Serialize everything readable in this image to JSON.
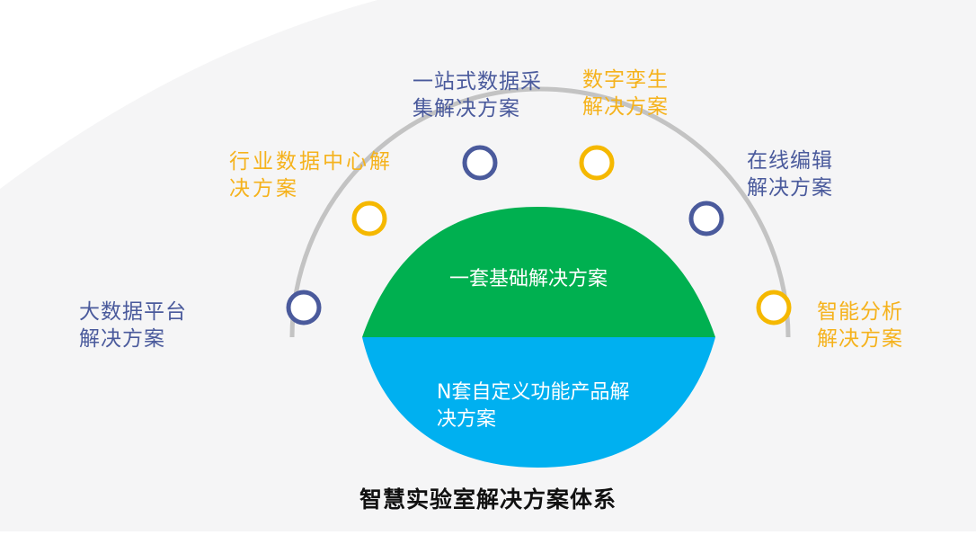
{
  "title": "智慧实验室解决方案体系",
  "colors": {
    "blue_ring": "#4a5a9c",
    "yellow_ring": "#f5b800",
    "green": "#00b050",
    "cyan": "#00b0f0",
    "arc": "#c3c3c3",
    "bg_panel": "#f5f5f6"
  },
  "center": {
    "top": "一套基础解决方案",
    "bottom_line1": "N套自定义功能产品解",
    "bottom_line2": "决方案"
  },
  "nodes": [
    {
      "line1": "大数据平台",
      "line2": "解决方案",
      "color": "blue"
    },
    {
      "line1": "行业数据中心解",
      "line2": "决方案",
      "color": "yellow"
    },
    {
      "line1": "一站式数据采",
      "line2": "集解决方案",
      "color": "blue"
    },
    {
      "line1": "数字孪生",
      "line2": "解决方案",
      "color": "yellow"
    },
    {
      "line1": "在线编辑",
      "line2": "解决方案",
      "color": "blue"
    },
    {
      "line1": "智能分析",
      "line2": "解决方案",
      "color": "yellow"
    }
  ]
}
